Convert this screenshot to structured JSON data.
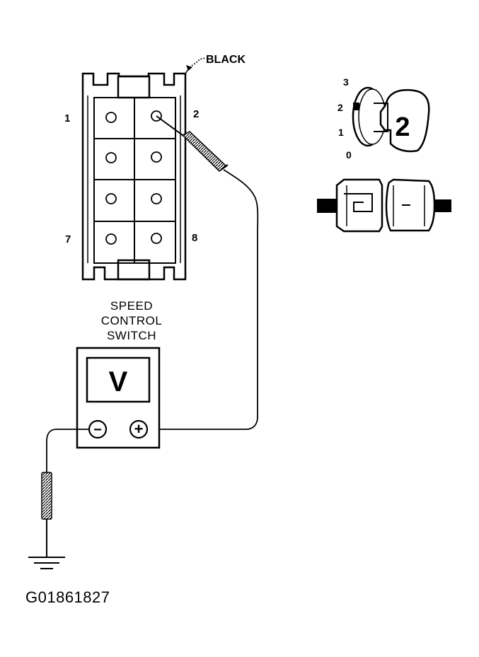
{
  "connector": {
    "wire_color_label": "BLACK",
    "pin_labels": {
      "top_left": "1",
      "top_right": "2",
      "bottom_left": "7",
      "bottom_right": "8"
    }
  },
  "switch": {
    "title_lines": [
      "SPEED",
      "CONTROL",
      "SWITCH"
    ]
  },
  "ignition": {
    "positions": [
      "3",
      "2",
      "1",
      "0"
    ],
    "key_number": "2"
  },
  "voltmeter": {
    "display": "V",
    "negative_symbol": "−",
    "positive_symbol": "+"
  },
  "figure_id": "G01861827",
  "colors": {
    "ink": "#000000",
    "paper": "#ffffff"
  }
}
